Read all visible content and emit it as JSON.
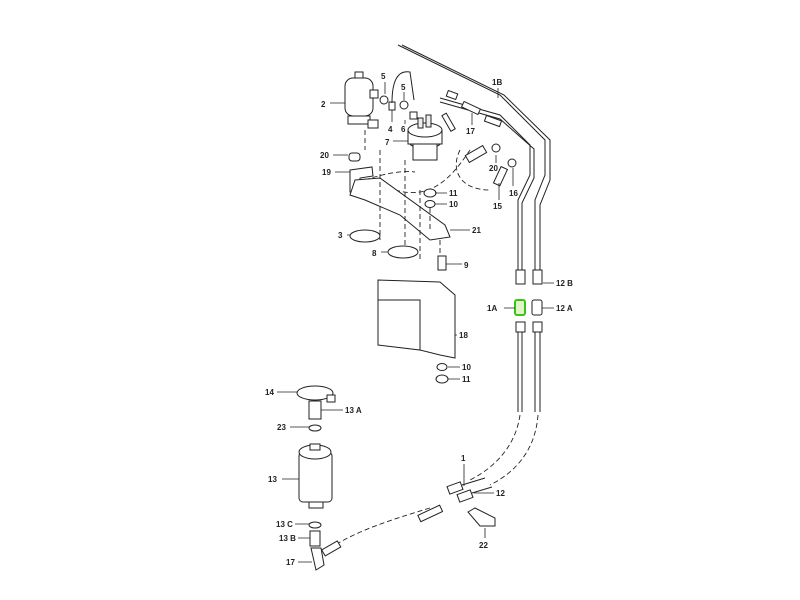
{
  "diagram": {
    "title": "Fuel pump / fuel filter parts diagram",
    "highlight_color": "#3fbf1a",
    "highlighted_part": "1A",
    "labels": {
      "p5a": "5",
      "p5b": "5",
      "p2": "2",
      "p4": "4",
      "p6": "6",
      "p7": "7",
      "p1b": "1B",
      "p17a": "17",
      "p20a": "20",
      "p19": "19",
      "p11a": "11",
      "p10a": "10",
      "p20b": "20",
      "p16": "16",
      "p15": "15",
      "p3": "3",
      "p21": "21",
      "p8": "8",
      "p9": "9",
      "p12b": "12 B",
      "p1a": "1A",
      "p12a": "12 A",
      "p18": "18",
      "p10b": "10",
      "p11b": "11",
      "p14": "14",
      "p13a": "13 A",
      "p23": "23",
      "p13": "13",
      "p1": "1",
      "p12": "12",
      "p13c": "13 C",
      "p13b": "13 B",
      "p22": "22",
      "p17b": "17"
    }
  }
}
